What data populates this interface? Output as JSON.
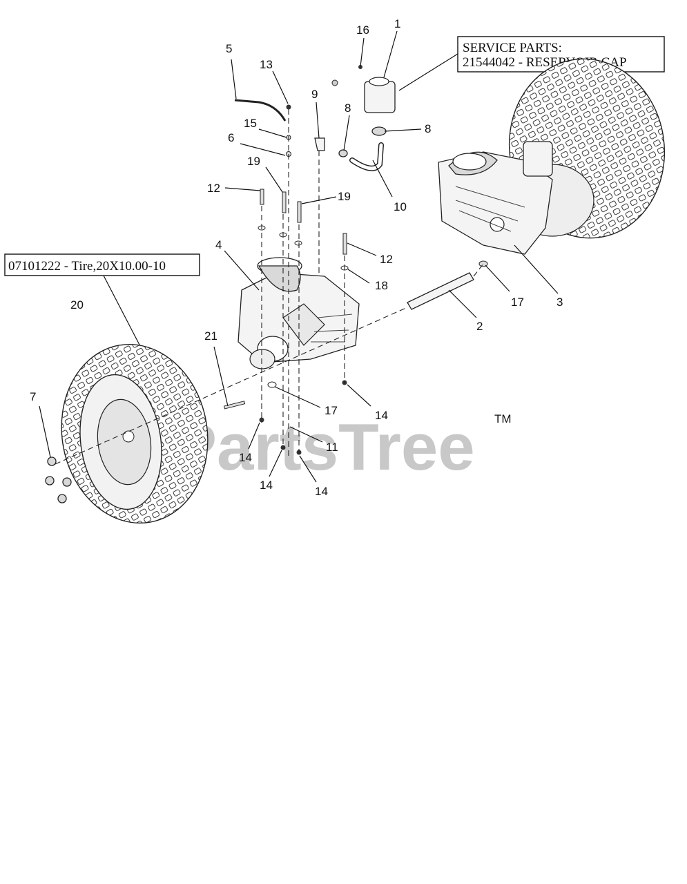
{
  "service_box": {
    "line1": "SERVICE PARTS:",
    "line2": "21544042 - RESERVOIR CAP"
  },
  "tire_box": {
    "label": "07101222 - Tire,20X10.00-10"
  },
  "watermark": {
    "text": "PartsTree",
    "tm": "TM"
  },
  "callouts": [
    {
      "id": "c16",
      "text": "16"
    },
    {
      "id": "c1",
      "text": "1"
    },
    {
      "id": "c5",
      "text": "5"
    },
    {
      "id": "c13",
      "text": "13"
    },
    {
      "id": "c9",
      "text": "9"
    },
    {
      "id": "c8a",
      "text": "8"
    },
    {
      "id": "c8b",
      "text": "8"
    },
    {
      "id": "c15",
      "text": "15"
    },
    {
      "id": "c6",
      "text": "6"
    },
    {
      "id": "c19a",
      "text": "19"
    },
    {
      "id": "c12a",
      "text": "12"
    },
    {
      "id": "c19b",
      "text": "19"
    },
    {
      "id": "c10",
      "text": "10"
    },
    {
      "id": "c4",
      "text": "4"
    },
    {
      "id": "c12b",
      "text": "12"
    },
    {
      "id": "c18",
      "text": "18"
    },
    {
      "id": "c17a",
      "text": "17"
    },
    {
      "id": "c3",
      "text": "3"
    },
    {
      "id": "c20",
      "text": "20"
    },
    {
      "id": "c2",
      "text": "2"
    },
    {
      "id": "c21",
      "text": "21"
    },
    {
      "id": "c7",
      "text": "7"
    },
    {
      "id": "c17b",
      "text": "17"
    },
    {
      "id": "c14a",
      "text": "14"
    },
    {
      "id": "c11",
      "text": "11"
    },
    {
      "id": "c14b",
      "text": "14"
    },
    {
      "id": "c14c",
      "text": "14"
    },
    {
      "id": "c14d",
      "text": "14"
    }
  ]
}
